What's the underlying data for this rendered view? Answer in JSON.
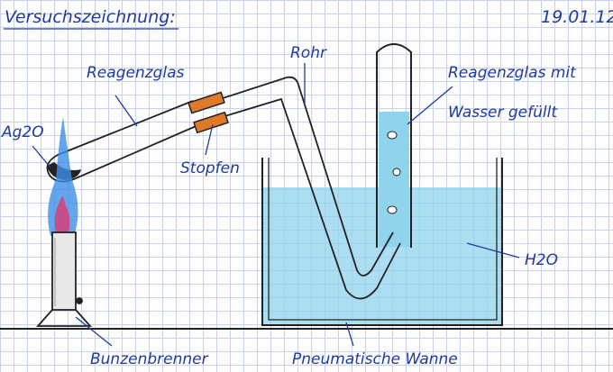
{
  "title": "Versuchszeichnung:",
  "date": "19.01.12",
  "labels": {
    "test_tube": "Reagenzglas",
    "tube": "Rohr",
    "test_tube_filled_line1": "Reagenzglas mit",
    "test_tube_filled_line2": "Wasser gefüllt",
    "chemical": "Ag2O",
    "stopper": "Stopfen",
    "water": "H2O",
    "burner": "Bunzenbrenner",
    "trough": "Pneumatische Wanne"
  },
  "colors": {
    "ink": "#1f3aa0",
    "water": "#8fd3ec",
    "stopper": "#e07a2a",
    "flame_outer": "#3f8fe6",
    "flame_inner": "#d0457e"
  }
}
